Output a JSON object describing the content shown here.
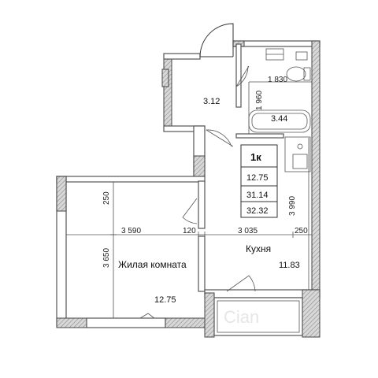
{
  "apartment": {
    "type_label": "1к",
    "total_area": "12.75",
    "living_area": "31.14",
    "total_with_balcony": "32.32"
  },
  "rooms": {
    "hall": {
      "area": "3.12"
    },
    "bathroom": {
      "area": "3.44"
    },
    "living_room": {
      "name": "Жилая комната",
      "area": "12.75"
    },
    "kitchen": {
      "name": "Кухня",
      "area": "11.83"
    }
  },
  "dimensions": {
    "bath_width": "1 830",
    "bath_depth": "1 960",
    "living_width": "3 590",
    "partition": "120",
    "kitchen_width": "3 035",
    "kitchen_right": "250",
    "living_top": "250",
    "living_height": "3 650",
    "kitchen_height": "3 990"
  },
  "watermark": "Cian"
}
